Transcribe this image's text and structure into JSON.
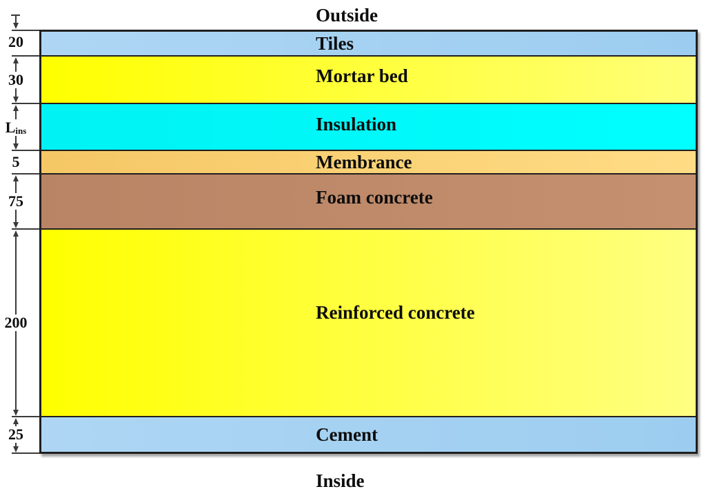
{
  "labels": {
    "outside": "Outside",
    "inside": "Inside"
  },
  "layers": [
    {
      "name": "tiles",
      "label": "Tiles",
      "thickness": "20",
      "color_left": "#aed6f4",
      "color_right": "#9ccdf0"
    },
    {
      "name": "mortar-bed",
      "label": "Mortar bed",
      "thickness": "30",
      "color_left": "#ffff00",
      "color_right": "#ffff78"
    },
    {
      "name": "insulation",
      "label": "Insulation",
      "thickness_symbol_main": "L",
      "thickness_symbol_sub": "ins",
      "color_left": "#00f2f4",
      "color_right": "#00ffff"
    },
    {
      "name": "membrance",
      "label": "Membrance",
      "thickness": "5",
      "color_left": "#f5c765",
      "color_right": "#ffdc85"
    },
    {
      "name": "foam-concrete",
      "label": "Foam concrete",
      "thickness": "75",
      "color_left": "#b98465",
      "color_right": "#c4906f"
    },
    {
      "name": "reinforced-concrete",
      "label": "Reinforced concrete",
      "thickness": "200",
      "color_left": "#ffff00",
      "color_right": "#ffff82"
    },
    {
      "name": "cement",
      "label": "Cement",
      "thickness": "25",
      "color_left": "#aed6f4",
      "color_right": "#9ccdf0"
    }
  ],
  "style": {
    "border_color": "#1f1f1f",
    "dimension_color": "#3a3a3a",
    "text_color": "#0d0d0d",
    "background": "#ffffff"
  }
}
